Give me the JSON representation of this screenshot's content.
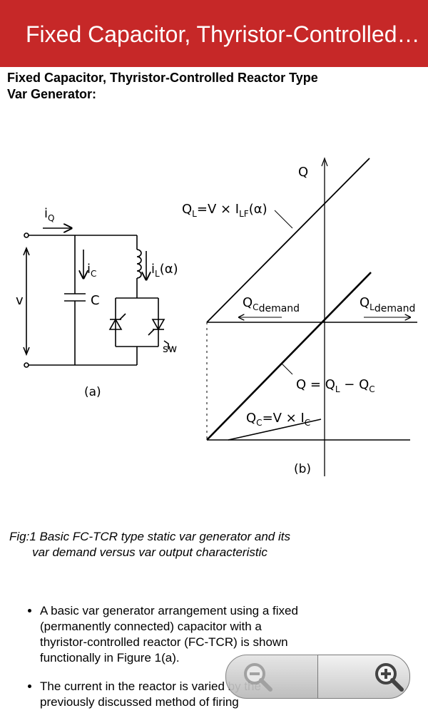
{
  "appbar": {
    "title": "Fixed Capacitor, Thyristor-Controlled Reactor Type Var Generator"
  },
  "content": {
    "heading": "Fixed Capacitor, Thyristor-Controlled Reactor Type Var Generator:",
    "figure": {
      "a": {
        "i_q": "i",
        "i_q_sub": "Q",
        "i_c": "i",
        "i_c_sub": "C",
        "c": "C",
        "i_l": "i",
        "i_l_sub": "L",
        "i_l_arg": "(α)",
        "v": "v",
        "sw": "sw",
        "label": "(a)"
      },
      "b": {
        "axis_q": "Q",
        "eq_ql": "Q",
        "eq_ql_sub": "L",
        "eq_ql_rhs": "=V × I",
        "eq_ql_rhs_sub": "LF",
        "eq_ql_arg": "(α)",
        "qc_demand": "Q",
        "qc_demand_sub": "C",
        "qc_demand_sub2": "demand",
        "ql_demand": "Q",
        "ql_demand_sub": "L",
        "ql_demand_sub2": "demand",
        "eq_q": "Q = Q",
        "eq_q_sub1": "L",
        "eq_q_mid": " − Q",
        "eq_q_sub2": "C",
        "eq_qc": "Q",
        "eq_qc_sub": "C",
        "eq_qc_rhs": "=V × I",
        "eq_qc_rhs_sub": "C",
        "label": "(b)"
      }
    },
    "caption": "Fig:1 Basic FC-TCR type static var generator and its var demand versus var output characteristic",
    "bullets": [
      "A basic var generator arrangement using a fixed (permanently connected) capacitor with a thyristor-controlled reactor (FC-TCR) is shown functionally in Figure 1(a).",
      "The current in the reactor is varied by the previously discussed method of firing"
    ]
  },
  "zoom": {
    "out_icon": "zoom-out-icon",
    "in_icon": "zoom-in-icon"
  }
}
